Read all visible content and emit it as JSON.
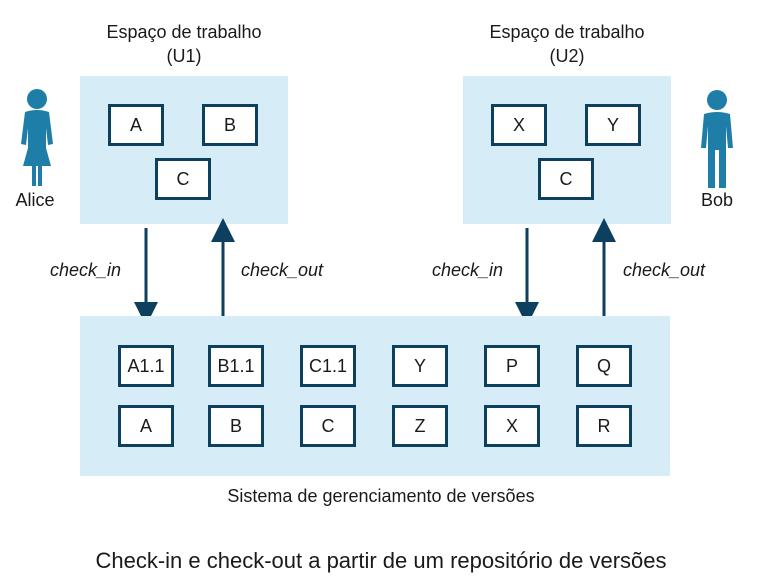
{
  "workspaces": [
    {
      "title_line1": "Espaço de trabalho",
      "title_line2": "(U1)",
      "user": "Alice",
      "files": [
        "A",
        "B",
        "C"
      ]
    },
    {
      "title_line1": "Espaço de trabalho",
      "title_line2": "(U2)",
      "user": "Bob",
      "files": [
        "X",
        "Y",
        "C"
      ]
    }
  ],
  "arrows": {
    "check_in": "check_in",
    "check_out": "check_out"
  },
  "repository": {
    "row1": [
      "A1.1",
      "B1.1",
      "C1.1",
      "Y",
      "P",
      "Q"
    ],
    "row2": [
      "A",
      "B",
      "C",
      "Z",
      "X",
      "R"
    ],
    "label": "Sistema de gerenciamento de versões"
  },
  "caption": "Check-in e check-out a partir de um repositório de versões",
  "colors": {
    "panel": "#d6ecf6",
    "box_border": "#0d3f5f",
    "person": "#1f7ea8",
    "arrow": "#0d3f5f"
  }
}
